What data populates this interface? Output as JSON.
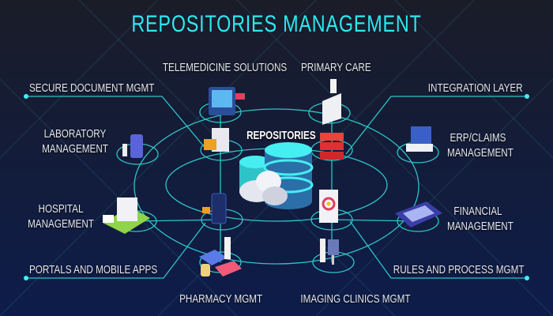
{
  "title": "REPOSITORIES MANAGEMENT",
  "center": {
    "label": "REPOSITORIES",
    "icon": "database-cloud-icon"
  },
  "nodes": [
    {
      "label": "TELEMEDICINE SOLUTIONS",
      "icon": "telemedicine-screen-icon"
    },
    {
      "label": "PRIMARY CARE",
      "icon": "doctor-desk-icon"
    },
    {
      "label": "SECURE DOCUMENT MGMT",
      "icon": "locked-document-icon"
    },
    {
      "label": "INTEGRATION LAYER",
      "icon": "server-stack-icon"
    },
    {
      "label": "LABORATORY",
      "label2": "MANAGEMENT",
      "icon": "microscope-icon"
    },
    {
      "label": "ERP/CLAIMS",
      "label2": "MANAGEMENT",
      "icon": "laptop-icon"
    },
    {
      "label": "HOSPITAL",
      "label2": "MANAGEMENT",
      "icon": "hospital-building-icon"
    },
    {
      "label": "FINANCIAL",
      "label2": "MANAGEMENT",
      "icon": "calculator-icon"
    },
    {
      "label": "PORTALS AND MOBILE APPS",
      "icon": "mobile-phone-icon"
    },
    {
      "label": "RULES AND PROCESS  MGMT",
      "icon": "gear-document-icon"
    },
    {
      "label": "PHARMACY MGMT",
      "icon": "pills-icon"
    },
    {
      "label": "IMAGING CLINICS MGMT",
      "icon": "xray-machine-icon"
    }
  ],
  "colors": {
    "accent": "#2ee8f2",
    "ring": "#2fc4c8",
    "background": "#0f1a3a"
  }
}
